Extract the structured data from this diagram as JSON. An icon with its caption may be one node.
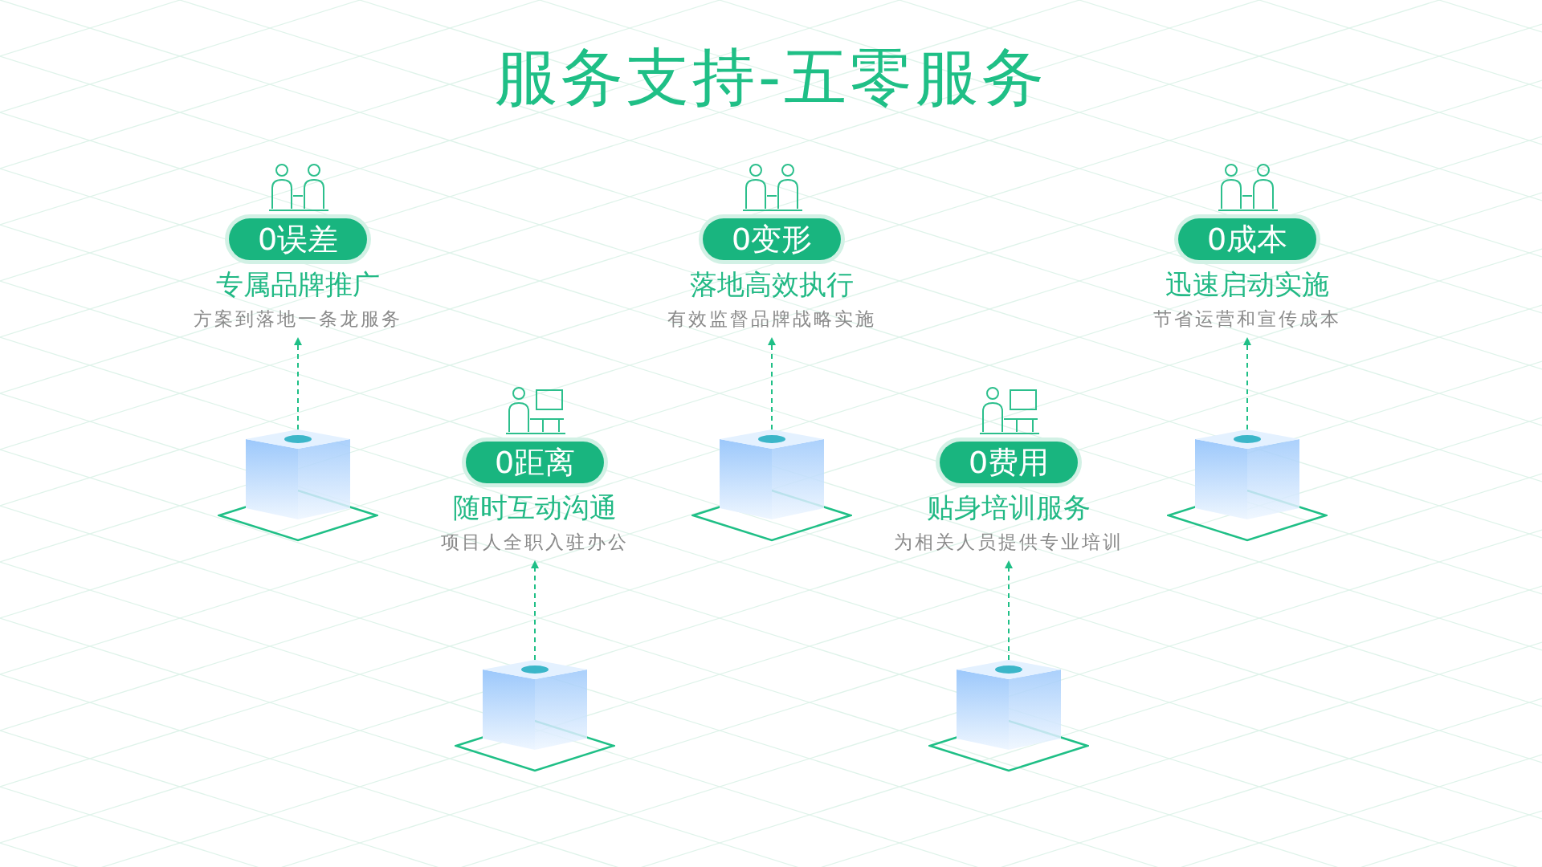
{
  "diagram": {
    "title": "服务支持-五零服务",
    "nodes": [
      {
        "text": [
          "0误差",
          "专属品牌推广",
          "方案到落地一条龙服务"
        ]
      },
      {
        "text": [
          "0距离",
          "随时互动沟通",
          "项目人全职入驻办公"
        ]
      },
      {
        "text": [
          "0变形",
          "落地高效执行",
          "有效监督品牌战略实施"
        ]
      },
      {
        "text": [
          "0费用",
          "贴身培训服务",
          "为相关人员提供专业培训"
        ]
      },
      {
        "text": [
          "0成本",
          "迅速启动实施",
          "节省运营和宣传成本"
        ]
      },
      {
        "text": [],
        "shape": "cube"
      },
      {
        "text": [],
        "shape": "cube"
      },
      {
        "text": [],
        "shape": "cube"
      },
      {
        "text": [],
        "shape": "cube"
      },
      {
        "text": [],
        "shape": "cube"
      }
    ],
    "edges": [
      {
        "from": 5,
        "to": 0,
        "arrow": "to",
        "style": "dashed"
      },
      {
        "from": 6,
        "to": 1,
        "arrow": "to",
        "style": "dashed"
      },
      {
        "from": 7,
        "to": 2,
        "arrow": "to",
        "style": "dashed"
      },
      {
        "from": 8,
        "to": 3,
        "arrow": "to",
        "style": "dashed"
      },
      {
        "from": 9,
        "to": 4,
        "arrow": "to",
        "style": "dashed"
      }
    ]
  }
}
